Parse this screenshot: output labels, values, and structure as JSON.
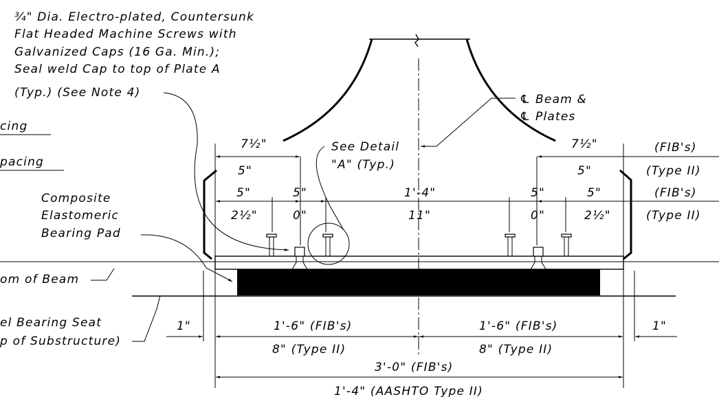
{
  "notes": {
    "screw_note": [
      "¾\" Dia. Electro-plated, Countersunk",
      "Flat Headed Machine Screws with",
      "Galvanized Caps (16 Ga. Min.);",
      "Seal weld Cap to top of Plate A",
      "(Typ.)  (See Note 4)"
    ],
    "centerline_note": [
      "℄ Beam &",
      "℄ Plates"
    ],
    "see_detail": [
      "See Detail",
      "\"A\" (Typ.)"
    ],
    "pad_note": [
      "Composite",
      "Elastomeric",
      "Bearing Pad"
    ],
    "left_cut_1": "cing",
    "left_cut_2": "pacing",
    "bottom_of_beam": "om of Beam",
    "bearing_seat": [
      "el Bearing Seat",
      "p of Substructure)"
    ]
  },
  "dimensions": {
    "top_left_overall": "7½\"",
    "top_left_type2": "5\"",
    "top_right_overall": "7½\"",
    "top_right_type2": "5\"",
    "right_fib_1": "(FIB's)",
    "right_type2_1": "(Type II)",
    "right_fib_2": "(FIB's)",
    "right_type2_2": "(Type II)",
    "left_edge_fib": "5\"",
    "left_edge_type2": "2½\"",
    "left_gap_fib": "5\"",
    "left_gap_type2": "0\"",
    "center_fib": "1'-4\"",
    "center_type2": "11\"",
    "right_gap_fib": "5\"",
    "right_gap_type2": "0\"",
    "right_edge_fib": "5\"",
    "right_edge_type2": "2½\"",
    "left_1in": "1\"",
    "right_1in": "1\"",
    "half_left_fib": "1'-6\" (FIB's)",
    "half_left_type2": "8\" (Type II)",
    "half_right_fib": "1'-6\" (FIB's)",
    "half_right_type2": "8\" (Type II)",
    "overall_fib": "3'-0\" (FIB's)",
    "overall_aashto": "1'-4\" (AASHTO Type II)"
  }
}
